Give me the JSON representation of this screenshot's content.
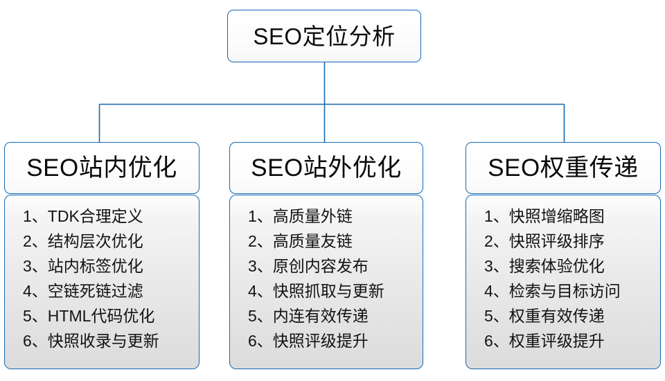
{
  "diagram": {
    "type": "hierarchy-org-chart",
    "root": {
      "label": "SEO定位分析"
    },
    "accent_color": "#1268b3",
    "text_color": "#111111",
    "columns": [
      {
        "header": "SEO站内优化",
        "items": [
          {
            "index": "1、",
            "text": "TDK合理定义"
          },
          {
            "index": "2、",
            "text": "结构层次优化"
          },
          {
            "index": "3、",
            "text": "站内标签优化"
          },
          {
            "index": "4、",
            "text": "空链死链过滤"
          },
          {
            "index": "5、",
            "text": "HTML代码优化"
          },
          {
            "index": "6、",
            "text": "快照收录与更新"
          }
        ]
      },
      {
        "header": "SEO站外优化",
        "items": [
          {
            "index": "1、",
            "text": "高质量外链"
          },
          {
            "index": "2、",
            "text": "高质量友链"
          },
          {
            "index": "3、",
            "text": "原创内容发布"
          },
          {
            "index": "4、",
            "text": "快照抓取与更新"
          },
          {
            "index": "5、",
            "text": "内连有效传递"
          },
          {
            "index": "6、",
            "text": "快照评级提升"
          }
        ]
      },
      {
        "header": "SEO权重传递",
        "items": [
          {
            "index": "1、",
            "text": "快照增缩略图"
          },
          {
            "index": "2、",
            "text": "快照评级排序"
          },
          {
            "index": "3、",
            "text": "搜索体验优化"
          },
          {
            "index": "4、",
            "text": "检索与目标访问"
          },
          {
            "index": "5、",
            "text": "权重有效传递"
          },
          {
            "index": "6、",
            "text": "权重评级提升"
          }
        ]
      }
    ]
  }
}
